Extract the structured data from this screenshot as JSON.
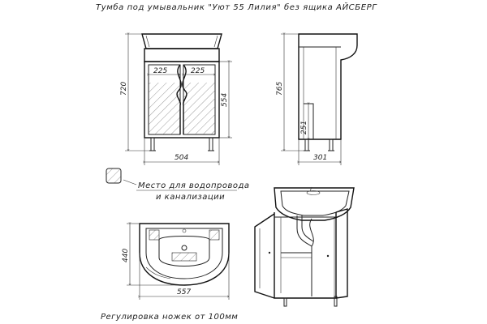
{
  "title": "Тумба под умывальник \"Уют 55 Лилия\" без ящика АЙСБЕРГ",
  "front_view": {
    "door_width_left": "225",
    "door_width_right": "225",
    "overall_height": "720",
    "cabinet_height": "554",
    "overall_width": "504"
  },
  "side_view": {
    "overall_height": "765",
    "cutout_height": "251",
    "depth": "301"
  },
  "legend": {
    "line1": "Место для водопровода",
    "line2": "и канализации"
  },
  "top_view": {
    "depth": "440",
    "width": "557"
  },
  "footer_note": "Регулировка ножек от 100мм"
}
